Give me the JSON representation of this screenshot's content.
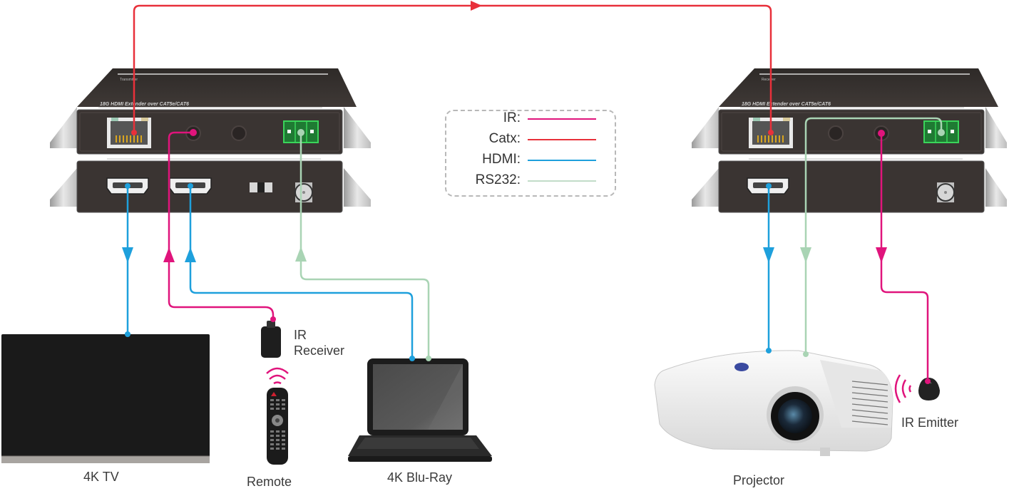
{
  "diagram": {
    "title": "",
    "legend": {
      "items": [
        {
          "name": "IR:",
          "signal": "IR",
          "color": "#e0147c"
        },
        {
          "name": "Catx:",
          "signal": "Catx",
          "color": "#e8303a"
        },
        {
          "name": "HDMI:",
          "signal": "HDMI",
          "color": "#1ea0dc"
        },
        {
          "name": "RS232:",
          "signal": "RS232",
          "color": "#a9d4b4"
        }
      ]
    },
    "devices": {
      "transmitter": {
        "label": "Transmitter",
        "model_text": "18G HDMI Extender over CAT5e/CAT6",
        "ports_top": [
          "HDBT",
          "IR IN",
          "IR OUT",
          "RS232"
        ],
        "ports_bottom": [
          "HDMI OUT",
          "HDMI IN",
          "EDID",
          "DC 12V"
        ]
      },
      "receiver": {
        "label": "Receiver",
        "model_text": "18G HDMI Extender over CAT5e/CAT6",
        "ports_top": [
          "HDBT",
          "IR IN",
          "IR OUT",
          "RS232"
        ],
        "ports_bottom": [
          "HDMI OUT",
          "DC 12V"
        ]
      },
      "tv": {
        "label": "4K TV"
      },
      "ir_receiver": {
        "label_line1": "IR",
        "label_line2": "Receiver"
      },
      "remote": {
        "label": "Remote"
      },
      "bluray": {
        "label": "4K Blu-Ray"
      },
      "projector": {
        "label": "Projector"
      },
      "ir_emitter": {
        "label": "IR Emitter"
      }
    },
    "connections": [
      {
        "from": "transmitter.HDBT",
        "to": "receiver.HDBT",
        "signal": "Catx"
      },
      {
        "from": "transmitter.HDMI OUT",
        "to": "4K TV",
        "signal": "HDMI"
      },
      {
        "from": "IR Receiver",
        "to": "transmitter.IR IN",
        "signal": "IR"
      },
      {
        "from": "4K Blu-Ray",
        "to": "transmitter.HDMI IN",
        "signal": "HDMI"
      },
      {
        "from": "4K Blu-Ray",
        "to": "transmitter.RS232",
        "signal": "RS232"
      },
      {
        "from": "receiver.HDMI OUT",
        "to": "Projector",
        "signal": "HDMI"
      },
      {
        "from": "receiver.RS232",
        "to": "Projector",
        "signal": "RS232"
      },
      {
        "from": "receiver.IR OUT",
        "to": "IR Emitter",
        "signal": "IR"
      }
    ],
    "colors": {
      "ir": "#e0147c",
      "catx": "#e8303a",
      "hdmi": "#1ea0dc",
      "rs232": "#a9d4b4",
      "device_body": "#3b3533",
      "terminal_green": "#2db84a"
    }
  }
}
